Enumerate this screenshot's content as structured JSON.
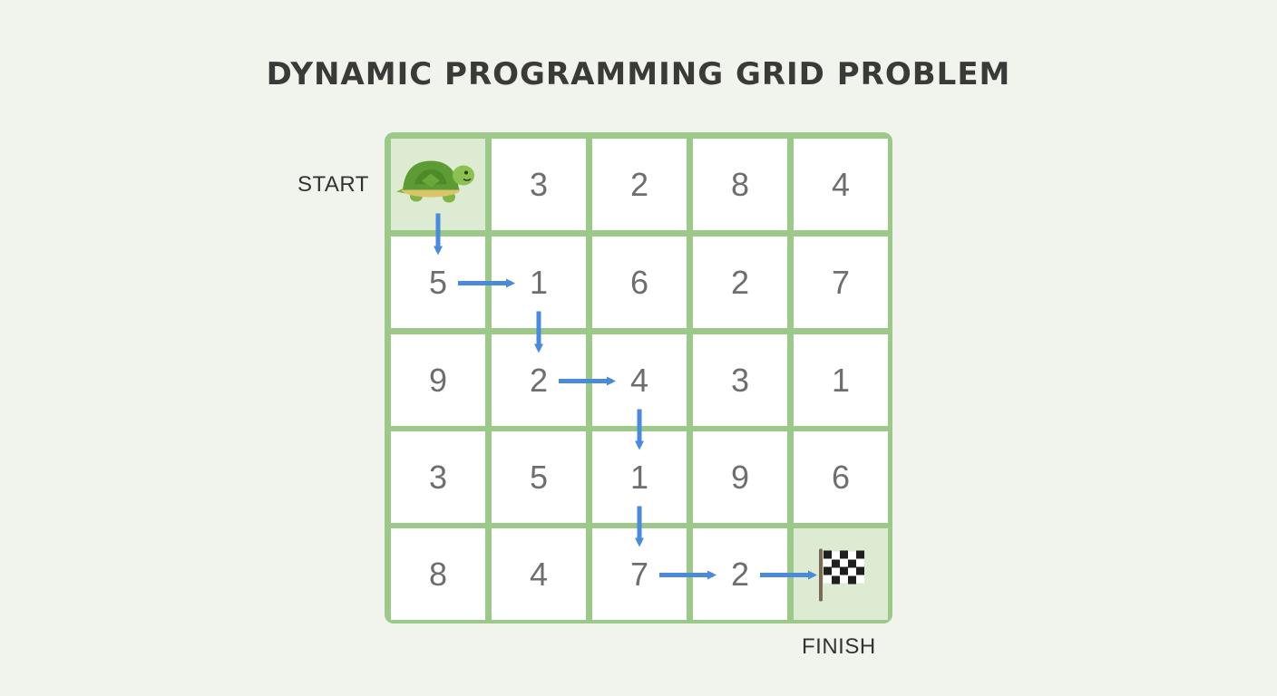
{
  "title": "DYNAMIC PROGRAMMING GRID PROBLEM",
  "start_label": "START",
  "finish_label": "FINISH",
  "grid": [
    [
      "",
      "3",
      "2",
      "8",
      "4"
    ],
    [
      "5",
      "1",
      "6",
      "2",
      "7"
    ],
    [
      "9",
      "2",
      "4",
      "3",
      "1"
    ],
    [
      "3",
      "5",
      "1",
      "9",
      "6"
    ],
    [
      "8",
      "4",
      "7",
      "2",
      ""
    ]
  ],
  "start_cell": [
    0,
    0
  ],
  "finish_cell": [
    4,
    4
  ],
  "start_icon": "turtle-icon",
  "finish_icon": "checkered-flag-icon",
  "path": [
    [
      0,
      0
    ],
    [
      1,
      0
    ],
    [
      1,
      1
    ],
    [
      2,
      1
    ],
    [
      2,
      2
    ],
    [
      3,
      2
    ],
    [
      4,
      2
    ],
    [
      4,
      3
    ],
    [
      4,
      4
    ]
  ],
  "colors": {
    "background": "#f1f4ec",
    "grid_border": "#9cc98a",
    "cell": "#ffffff",
    "highlight_cell": "#dcebd2",
    "arrow": "#4a8ad8",
    "number": "#6e6e6e"
  }
}
